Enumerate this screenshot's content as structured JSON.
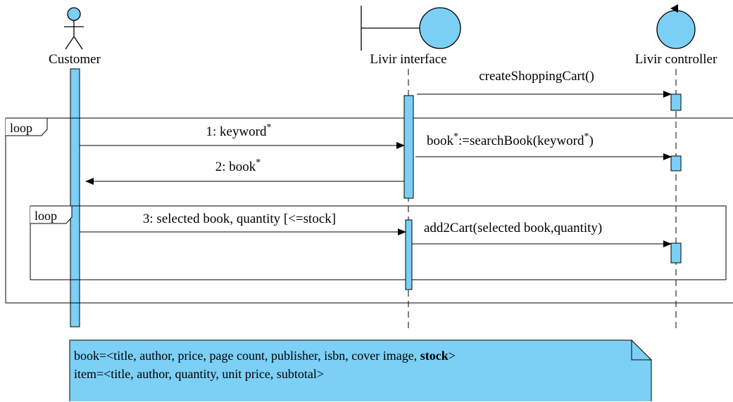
{
  "lifelines": {
    "customer": "Customer",
    "interface": "Livir interface",
    "controller": "Livir controller"
  },
  "messages": {
    "create_cart": "createShoppingCart()",
    "keyword_prefix": "1: keyword",
    "keyword_sup": "*",
    "book_search_prefix": "book",
    "book_search_sup1": "*",
    "book_search_mid": ":=searchBook(keyword",
    "book_search_sup2": "*",
    "book_search_suffix": ")",
    "return_book_prefix": "2: book",
    "return_book_sup": "*",
    "selected": "3: selected book, quantity [<=stock]",
    "add2cart": "add2Cart(selected book,quantity)"
  },
  "fragments": {
    "outer": "loop",
    "inner": "loop"
  },
  "note": {
    "line1_prefix": "book=<title, author, price, page count, publisher, isbn, cover image, ",
    "line1_bold": "stock",
    "line1_suffix": ">",
    "line2": "item=<title, author, quantity, unit price, subtotal>"
  },
  "colors": {
    "fill": "#7ccff5",
    "stroke": "#000000"
  }
}
